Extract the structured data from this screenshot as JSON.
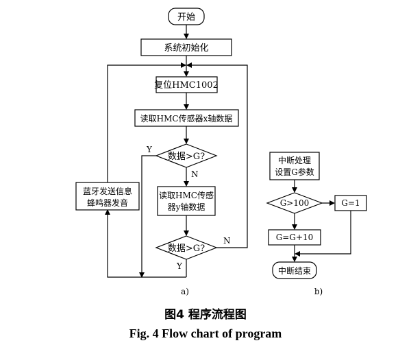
{
  "flowchart_a": {
    "start": "开始",
    "init": "系统初始化",
    "reset": "复位HMC1002",
    "read_x": "读取HMC传感器x轴数据",
    "decision1": "数据>G?",
    "read_y": "读取HMC传感器y轴数据",
    "read_y_line1": "读取HMC传感",
    "read_y_line2": "器y轴数据",
    "decision2": "数据>G?",
    "alarm_line1": "蓝牙发送信息",
    "alarm_line2": "蜂鸣器发音",
    "yes": "Y",
    "no": "N",
    "sublabel": "a)"
  },
  "flowchart_b": {
    "interrupt_line1": "中断处理",
    "interrupt_line2": "设置G参数",
    "decision": "G>100",
    "set_g1": "G=1",
    "increment": "G=G+10",
    "end": "中断结束",
    "sublabel": "b)"
  },
  "caption": {
    "cn": "图4  程序流程图",
    "en": "Fig. 4  Flow chart of program"
  }
}
